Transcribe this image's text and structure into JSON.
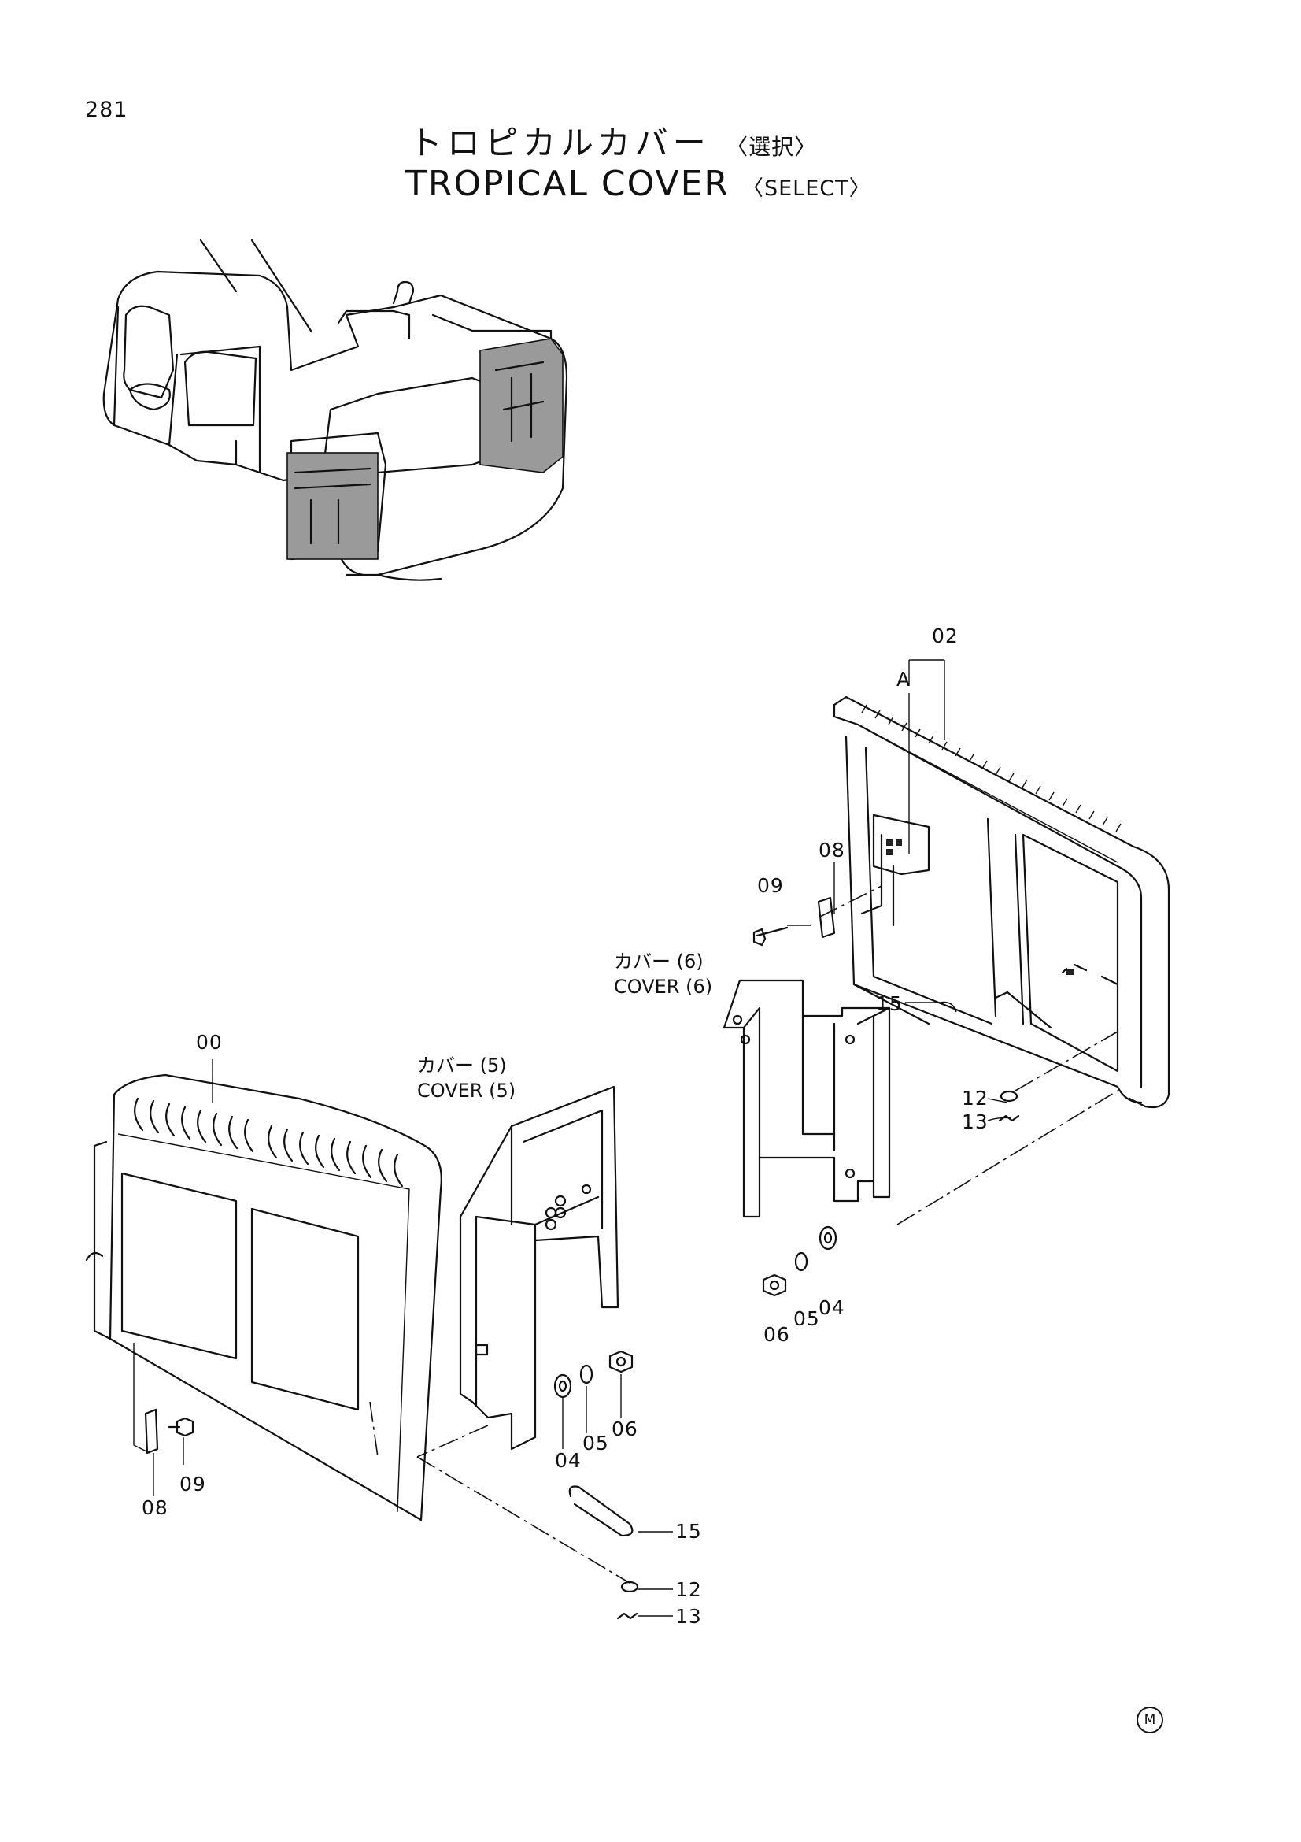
{
  "page_number": "281",
  "title": {
    "jp": "トロピカルカバー",
    "jp_suffix": "〈選択〉",
    "en": "TROPICAL COVER",
    "en_suffix": "〈SELECT〉"
  },
  "cover_labels": {
    "cover5_jp": "カバー (5)",
    "cover5_en": "COVER (5)",
    "cover6_jp": "カバー (6)",
    "cover6_en": "COVER (6)"
  },
  "callouts": {
    "c00": "00",
    "c02": "02",
    "cA": "A",
    "c08_right": "08",
    "c09_right": "09",
    "c15_right": "15",
    "c12_right": "12",
    "c13_right": "13",
    "c06_right": "06",
    "c05_right": "05",
    "c04_right": "04",
    "c04_left": "04",
    "c05_left": "05",
    "c06_left": "06",
    "c08_left": "08",
    "c09_left": "09",
    "c15_left": "15",
    "c12_left": "12",
    "c13_left": "13"
  },
  "corner_mark": "M"
}
